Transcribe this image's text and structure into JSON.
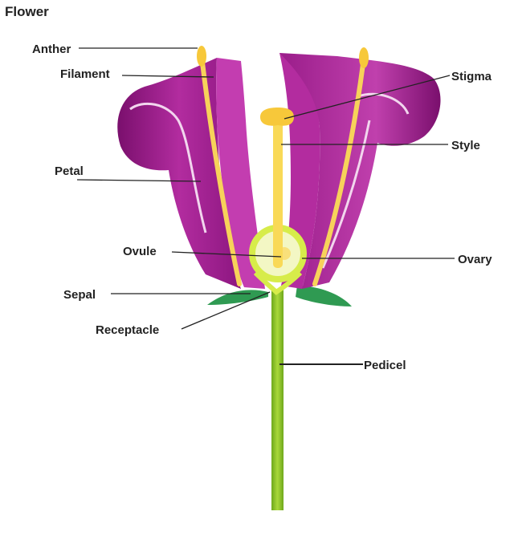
{
  "title": "Flower",
  "labels": {
    "anther": "Anther",
    "filament": "Filament",
    "petal": "Petal",
    "ovule": "Ovule",
    "sepal": "Sepal",
    "receptacle": "Receptacle",
    "stigma": "Stigma",
    "style": "Style",
    "ovary": "Ovary",
    "pedicel": "Pedicel"
  },
  "colors": {
    "petal": "#9c1a8c",
    "petal_light": "#c23fae",
    "petal_dark": "#6e0f63",
    "stamen": "#f7d25a",
    "carpel": "#f9d957",
    "ovary_ring": "#d7ec4a",
    "stem": "#8fc72b",
    "sepal": "#2f9a52"
  }
}
